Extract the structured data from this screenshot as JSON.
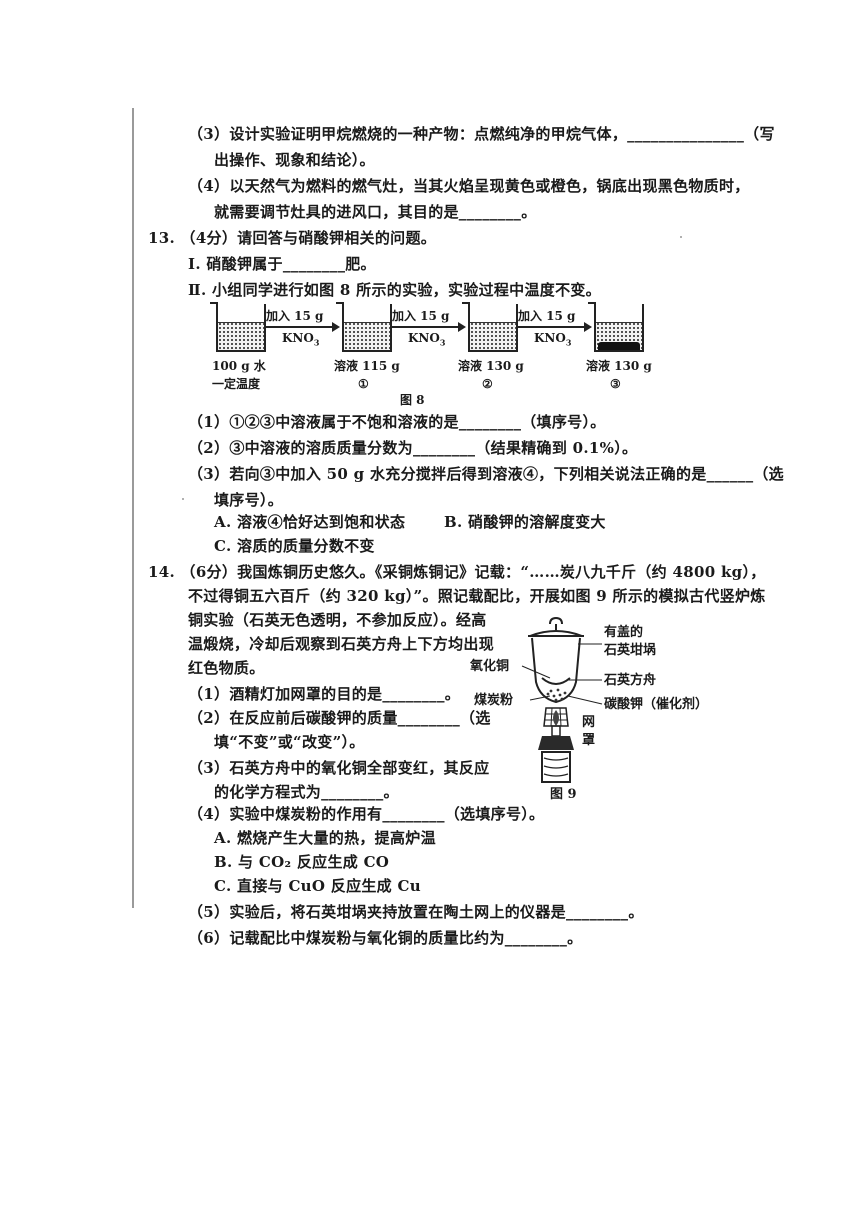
{
  "lines": [
    {
      "id": "q12_3a",
      "text": "（3）设计实验证明甲烷燃烧的一种产物：点燃纯净的甲烷气体，_______________（写"
    },
    {
      "id": "q12_3b",
      "text": "出操作、现象和结论）。"
    },
    {
      "id": "q12_4a",
      "text": "（4）以天然气为燃料的燃气灶，当其火焰呈现黄色或橙色，锅底出现黑色物质时，"
    },
    {
      "id": "q12_4b",
      "text": "就需要调节灶具的进风口，其目的是________。"
    },
    {
      "id": "q13",
      "text": "13. （4分）请回答与硝酸钾相关的问题。"
    },
    {
      "id": "q13_I",
      "text": "Ⅰ. 硝酸钾属于________肥。"
    },
    {
      "id": "q13_II",
      "text": "Ⅱ. 小组同学进行如图 8 所示的实验，实验过程中温度不变。"
    },
    {
      "id": "q13_1",
      "text": "（1）①②③中溶液属于不饱和溶液的是________（填序号）。"
    },
    {
      "id": "q13_2",
      "text": "（2）③中溶液的溶质质量分数为________（结果精确到 0.1%）。"
    },
    {
      "id": "q13_3a",
      "text": "（3）若向③中加入 50 g 水充分搅拌后得到溶液④，下列相关说法正确的是______（选"
    },
    {
      "id": "q13_3b",
      "text": "填序号）。"
    },
    {
      "id": "q13_optA",
      "text": "A. 溶液④恰好达到饱和状态"
    },
    {
      "id": "q13_optB",
      "text": "B. 硝酸钾的溶解度变大"
    },
    {
      "id": "q13_optC",
      "text": "C. 溶质的质量分数不变"
    },
    {
      "id": "q14a",
      "text": "14. （6分）我国炼铜历史悠久。《采铜炼铜记》记载：“……炭八九千斤（约 4800 kg），"
    },
    {
      "id": "q14b",
      "text": "不过得铜五六百斤（约 320 kg）”。照记载配比，开展如图 9 所示的模拟古代竖炉炼"
    },
    {
      "id": "q14c",
      "text": "铜实验（石英无色透明，不参加反应）。经高"
    },
    {
      "id": "q14d",
      "text": "温煅烧，冷却后观察到石英方舟上下方均出现"
    },
    {
      "id": "q14e",
      "text": "红色物质。"
    },
    {
      "id": "q14_1",
      "text": "（1）酒精灯加网罩的目的是________。"
    },
    {
      "id": "q14_2a",
      "text": "（2）在反应前后碳酸钾的质量________（选"
    },
    {
      "id": "q14_2b",
      "text": "填“不变”或“改变”）。"
    },
    {
      "id": "q14_3a",
      "text": "（3）石英方舟中的氧化铜全部变红，其反应"
    },
    {
      "id": "q14_3b",
      "text": "的化学方程式为________。"
    },
    {
      "id": "q14_4",
      "text": "（4）实验中煤炭粉的作用有________（选填序号）。"
    },
    {
      "id": "q14_optA",
      "text": "A. 燃烧产生大量的热，提高炉温"
    },
    {
      "id": "q14_optB",
      "text": "B. 与 CO₂ 反应生成 CO"
    },
    {
      "id": "q14_optC",
      "text": "C. 直接与 CuO 反应生成 Cu"
    },
    {
      "id": "q14_5",
      "text": "（5）实验后，将石英坩埚夹持放置在陶土网上的仪器是________。"
    },
    {
      "id": "q14_6",
      "text": "（6）记载配比中煤炭粉与氧化铜的质量比约为________。"
    }
  ],
  "figure8": {
    "caption": "图 8",
    "step1_top": "加入 15 g",
    "step2_top": "加入 15 g",
    "step3_top": "加入 15 g",
    "reagent": "KNO",
    "reagent_sub": "3",
    "beaker0_line1": "100 g 水",
    "beaker0_line2": "一定温度",
    "beaker1_line1": "溶液 115 g",
    "beaker1_line2": "①",
    "beaker2_line1": "溶液 130 g",
    "beaker2_line2": "②",
    "beaker3_line1": "溶液 130 g",
    "beaker3_line2": "③"
  },
  "figure9": {
    "caption": "图 9",
    "label_lid_1": "有盖的",
    "label_lid_2": "石英坩埚",
    "label_cuo": "氧化铜",
    "label_boat": "石英方舟",
    "label_coal": "煤炭粉",
    "label_k2co3": "碳酸钾（催化剂）",
    "label_net_1": "网",
    "label_net_2": "罩"
  }
}
